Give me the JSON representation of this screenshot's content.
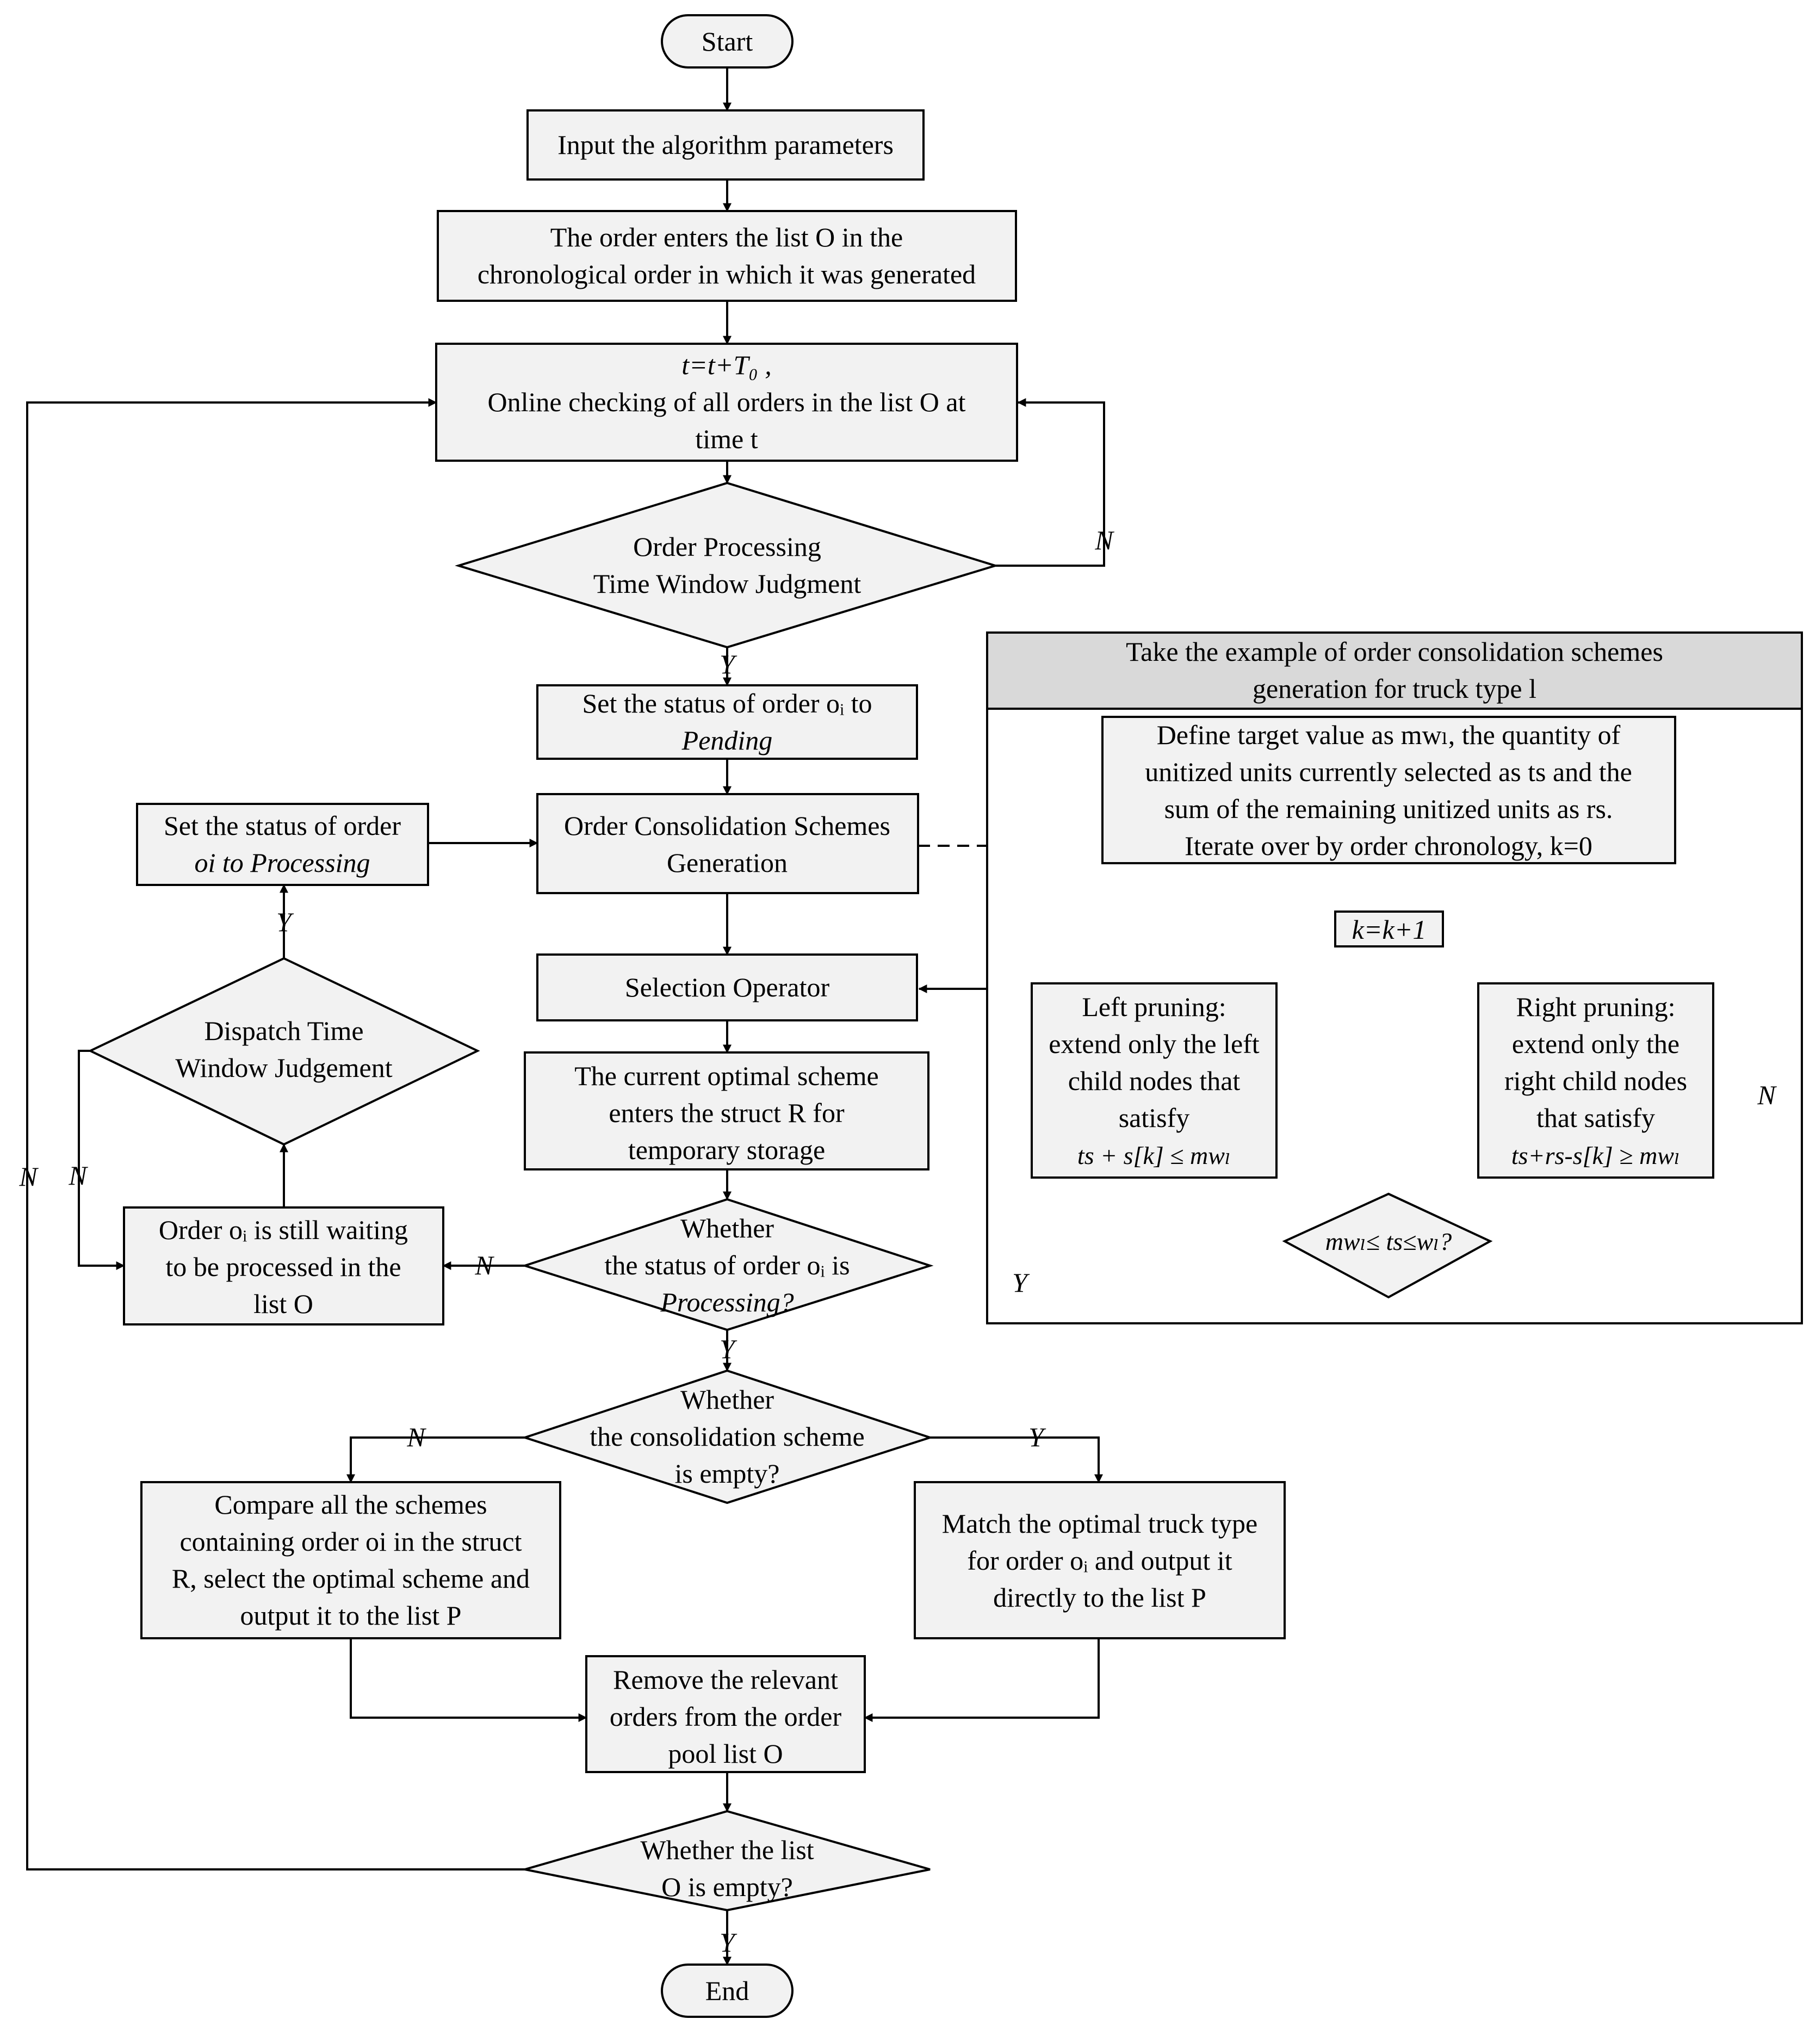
{
  "start": "Start",
  "end": "End",
  "input_params": "Input the algorithm parameters",
  "order_enters": [
    "The order enters the list O in the",
    "chronological order in which it was generated"
  ],
  "online_check": [
    "t=t+T₀ ,",
    "Online checking of all orders in the list O at",
    "time t"
  ],
  "time_window": [
    "Order Processing",
    "Time Window Judgment"
  ],
  "set_pending": [
    "Set the status of order oᵢ to",
    "Pending"
  ],
  "consolidation_gen": [
    "Order Consolidation Schemes",
    "Generation"
  ],
  "set_processing": [
    "Set the status of order",
    "oi to Processing"
  ],
  "selection": "Selection Operator",
  "dispatch": [
    "Dispatch Time",
    "Window Judgement"
  ],
  "current_optimal": [
    "The current optimal scheme",
    "enters the struct R for",
    "temporary storage"
  ],
  "still_waiting": [
    "Order oᵢ is still waiting",
    "to be processed in the",
    "list O"
  ],
  "whether_processing": [
    "Whether",
    "the status of order oᵢ is",
    "Processing?"
  ],
  "whether_empty_scheme": [
    "Whether",
    "the consolidation scheme",
    "is empty?"
  ],
  "compare": [
    "Compare all the schemes",
    "containing order oi in the struct",
    "R, select the optimal scheme and",
    "output it to the list P"
  ],
  "match": [
    "Match the optimal truck type",
    "for order oᵢ and output it",
    "directly to the list P"
  ],
  "remove": [
    "Remove the relevant",
    "orders from the order",
    "pool list O"
  ],
  "whether_list_empty": [
    "Whether the list",
    "O is empty?"
  ],
  "panel": {
    "title": [
      "Take the example of order consolidation schemes",
      "generation for truck type l"
    ],
    "define": [
      "Define target value as mwₗ, the quantity of",
      "unitized units currently selected as ts and the",
      "sum of the remaining unitized units as rs.",
      "Iterate over by order chronology, k=0"
    ],
    "k_inc": "k=k+1",
    "left": [
      "Left pruning:",
      "extend only the left",
      "child nodes that",
      "satisfy",
      "ts + s[k] ≤ mwₗ"
    ],
    "right": [
      "Right pruning:",
      "extend only the",
      "right child nodes",
      "that satisfy",
      "ts+rs-s[k] ≥ mwₗ"
    ],
    "cond": "mwₗ≤ ts≤wₗ?"
  },
  "labels": {
    "yes": "Y",
    "no": "N"
  }
}
